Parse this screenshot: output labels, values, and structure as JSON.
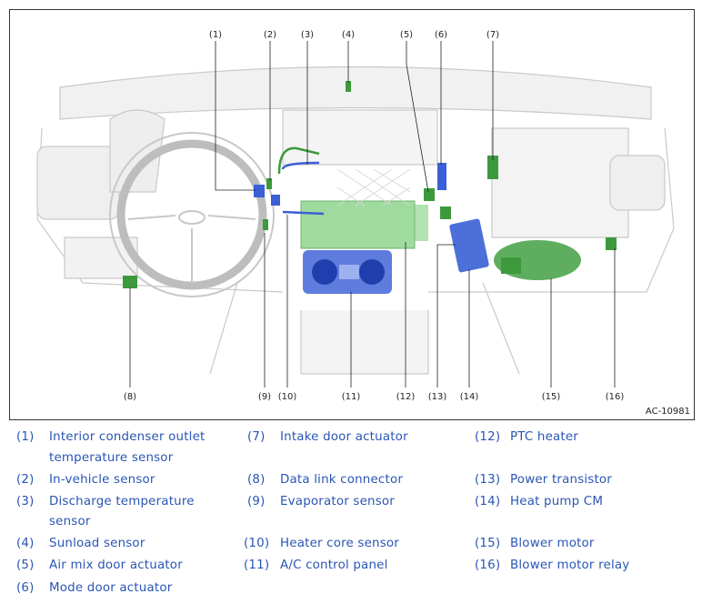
{
  "figure_id": "AC-10981",
  "callouts": [
    "(1)",
    "(2)",
    "(3)",
    "(4)",
    "(5)",
    "(6)",
    "(7)",
    "(8)",
    "(9)",
    "(10)",
    "(11)",
    "(12)",
    "(13)",
    "(14)",
    "(15)",
    "(16)"
  ],
  "legend": [
    {
      "num": "(1)",
      "lines": [
        "Interior condenser outlet",
        "temperature sensor"
      ]
    },
    {
      "num": "(2)",
      "lines": [
        "In-vehicle sensor"
      ]
    },
    {
      "num": "(3)",
      "lines": [
        "Discharge temperature",
        "sensor"
      ]
    },
    {
      "num": "(4)",
      "lines": [
        "Sunload sensor"
      ]
    },
    {
      "num": "(5)",
      "lines": [
        "Air mix door actuator"
      ]
    },
    {
      "num": "(6)",
      "lines": [
        "Mode door actuator"
      ]
    },
    {
      "num": "(7)",
      "lines": [
        "Intake door actuator"
      ]
    },
    {
      "num": "(8)",
      "lines": [
        "Data link connector"
      ]
    },
    {
      "num": "(9)",
      "lines": [
        "Evaporator sensor"
      ]
    },
    {
      "num": "(10)",
      "lines": [
        "Heater core sensor"
      ]
    },
    {
      "num": "(11)",
      "lines": [
        "A/C control panel"
      ]
    },
    {
      "num": "(12)",
      "lines": [
        "PTC heater"
      ]
    },
    {
      "num": "(13)",
      "lines": [
        "Power transistor"
      ]
    },
    {
      "num": "(14)",
      "lines": [
        "Heat pump CM"
      ]
    },
    {
      "num": "(15)",
      "lines": [
        "Blower motor"
      ]
    },
    {
      "num": "(16)",
      "lines": [
        "Blower motor relay"
      ]
    }
  ],
  "colors": {
    "legend_text": "#2a55b4",
    "component_green": "#3c9a3c",
    "component_blue": "#3a5fd6"
  }
}
